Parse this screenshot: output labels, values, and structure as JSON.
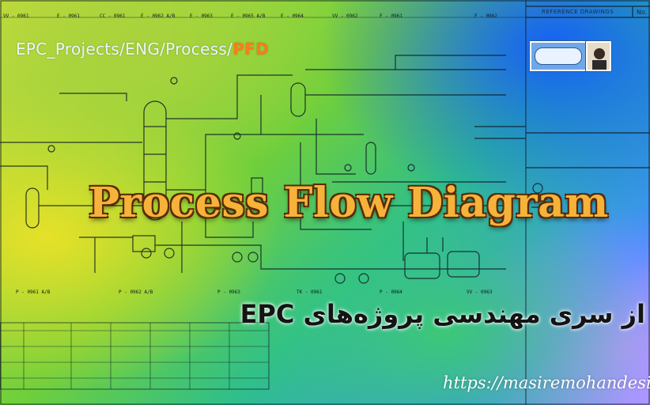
{
  "header": {
    "path_prefix": "EPC_Projects/ENG/Process/",
    "path_accent": "PFD"
  },
  "title": "Process Flow Diagram",
  "subtitle": "از سری مهندسی پروژه‌های EPC",
  "url": "https://masiremohandesi",
  "reference_panel": {
    "title": "REFERENCE DRAWINGS",
    "no_label": "No."
  },
  "top_equipment_tags": [
    "VV - 0961",
    "E - 0961",
    "CC - 0961",
    "E - 0962 A/B",
    "E - 0963",
    "E - 0965 A/B",
    "E - 0964",
    "VV - 0962",
    "F - 0961",
    "F - 0962"
  ],
  "bottom_equipment_tags": [
    "P - 0961 A/B",
    "P - 0962 A/B",
    "P - 0963",
    "TK - 0961",
    "P - 0964",
    "VV - 0963"
  ],
  "colors": {
    "title_fill": "#f6b23a",
    "title_outline": "#5a2a06",
    "path_accent": "#ff7a1a",
    "line": "#0d1a26"
  }
}
